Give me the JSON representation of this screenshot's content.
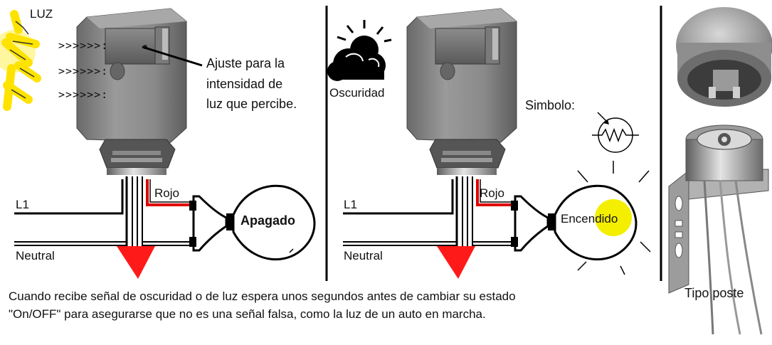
{
  "left_panel": {
    "light_label": "LUZ",
    "light_arrows": [
      ">>>>>>:",
      ">>>>>>:",
      ">>>>>>:"
    ],
    "adjustment_note": "Ajuste para la intensidad de luz que percibe.",
    "adjustment_lines": [
      "Ajuste para la",
      "intensidad de",
      "luz que percibe."
    ],
    "wire_red_label": "Rojo",
    "line_label": "L1",
    "neutral_label": "Neutral",
    "bulb_state": "Apagado"
  },
  "middle_panel": {
    "dark_label": "Oscuridad",
    "symbol_label": "Simbolo:",
    "wire_red_label": "Rojo",
    "line_label": "L1",
    "neutral_label": "Neutral",
    "bulb_state": "Encendido"
  },
  "right_panel": {
    "pole_type_label": "Tipo poste"
  },
  "caption": {
    "line1": "Cuando recibe señal de oscuridad o de luz  espera unos segundos antes de cambiar su estado",
    "line2": "\"On/OFF\" para asegurarse que no es una señal falsa, como la luz de un auto en marcha."
  },
  "colors": {
    "red_wire": "#e00000",
    "neutral_marker": "#ff1a1a",
    "lit_bulb": "#f4ef00",
    "sun": "#ffe300",
    "sensor_body": "#7d7d7d"
  }
}
